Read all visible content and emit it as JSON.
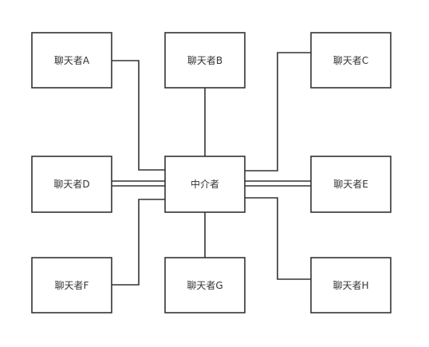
{
  "diagram": {
    "mediator": {
      "label": "中介者"
    },
    "participants": {
      "a": {
        "label": "聊天者A"
      },
      "b": {
        "label": "聊天者B"
      },
      "c": {
        "label": "聊天者C"
      },
      "d": {
        "label": "聊天者D"
      },
      "e": {
        "label": "聊天者E"
      },
      "f": {
        "label": "聊天者F"
      },
      "g": {
        "label": "聊天者G"
      },
      "h": {
        "label": "聊天者H"
      }
    },
    "colors": {
      "stroke": "#333333",
      "background": "#ffffff",
      "text": "#333333"
    }
  }
}
